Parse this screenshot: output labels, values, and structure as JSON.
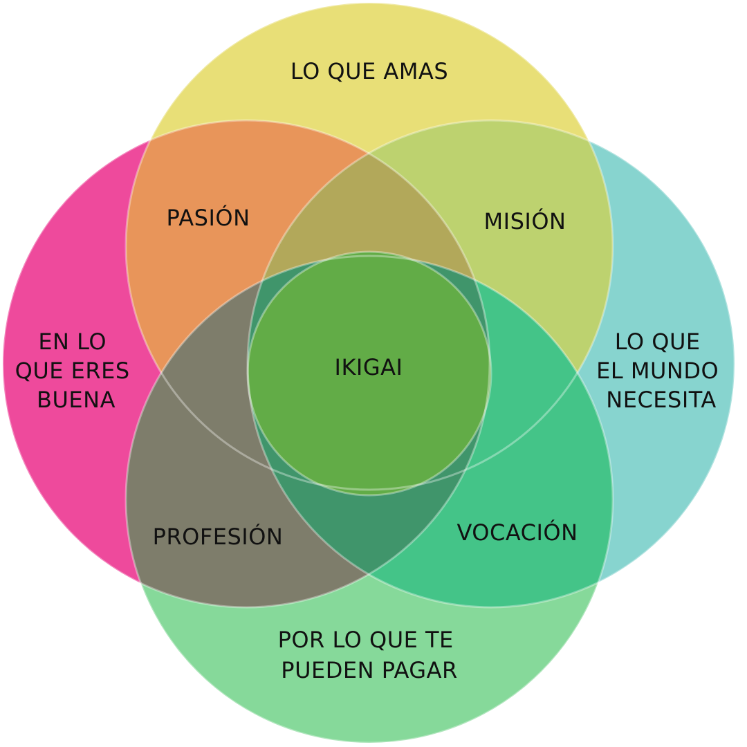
{
  "diagram": {
    "circles": [
      {
        "id": "love",
        "label_lines": [
          "LO QUE AMAS"
        ],
        "color": "#e8df77"
      },
      {
        "id": "good",
        "label_lines": [
          "EN LO",
          "QUE ERES",
          "BUENA"
        ],
        "color": "#ee4a9c"
      },
      {
        "id": "world",
        "label_lines": [
          "LO QUE",
          "EL MUNDO",
          "NECESITA"
        ],
        "color": "#87d4cf"
      },
      {
        "id": "paid",
        "label_lines": [
          "POR LO QUE TE",
          "PUEDEN PAGAR"
        ],
        "color": "#86d99a"
      },
      {
        "id": "inner-left",
        "label_lines": [],
        "color": "#e8955a"
      },
      {
        "id": "inner-right",
        "label_lines": [],
        "color": "#bdd26f"
      },
      {
        "id": "inner-center",
        "label_lines": [],
        "color": "#62ac47"
      }
    ],
    "intersections": [
      {
        "id": "passion",
        "label": "PASIÓN"
      },
      {
        "id": "mission",
        "label": "MISIÓN"
      },
      {
        "id": "profession",
        "label": "PROFESIÓN"
      },
      {
        "id": "vocation",
        "label": "VOCACIÓN"
      },
      {
        "id": "ikigai",
        "label": "IKIGAI"
      }
    ],
    "overlap_colors": {
      "love_good": "#e8955a",
      "love_world": "#bdd26f",
      "good_paid": "#7e7d6b",
      "world_paid": "#44c488",
      "good_love_world": "#b2a85a",
      "paid_center_bottom": "#40956b",
      "center_right": "#62c454",
      "ikigai": "#62ac47"
    }
  }
}
